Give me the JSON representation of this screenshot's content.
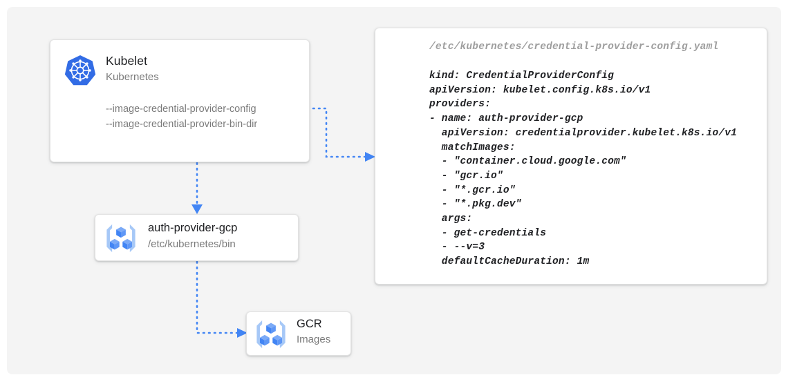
{
  "canvas": {
    "background_color": "#f4f4f4",
    "page_background": "#ffffff"
  },
  "accent_colors": {
    "connector_blue": "#4285F4",
    "kubernetes_blue": "#326CE5",
    "icon_bracket_blue": "#A6C8F7",
    "cube_top": "#4285F4",
    "cube_left": "#7BAAF7",
    "cube_right": "#5E97F6",
    "title_text": "#202124",
    "muted_text": "#7a7a7a",
    "code_path_text": "#9e9e9e"
  },
  "nodes": {
    "kubelet": {
      "icon": "kubernetes-logo-icon",
      "title": "Kubelet",
      "subtitle": "Kubernetes",
      "flags": [
        "--image-credential-provider-config",
        "--image-credential-provider-bin-dir"
      ]
    },
    "auth_provider": {
      "icon": "container-registry-icon",
      "title": "auth-provider-gcp",
      "subtitle": "/etc/kubernetes/bin"
    },
    "gcr": {
      "icon": "container-registry-icon",
      "title": "GCR",
      "subtitle": "Images"
    }
  },
  "code_card": {
    "path": "/etc/kubernetes/credential-provider-config.yaml",
    "lines": [
      "kind: CredentialProviderConfig",
      "apiVersion: kubelet.config.k8s.io/v1",
      "providers:",
      "- name: auth-provider-gcp",
      "  apiVersion: credentialprovider.kubelet.k8s.io/v1",
      "  matchImages:",
      "  - \"container.cloud.google.com\"",
      "  - \"gcr.io\"",
      "  - \"*.gcr.io\"",
      "  - \"*.pkg.dev\"",
      "  args:",
      "  - get-credentials",
      "  - --v=3",
      "  defaultCacheDuration: 1m"
    ]
  },
  "connectors": [
    {
      "name": "kubelet-to-config",
      "style": "dotted-arrow",
      "from": "kubelet-flags",
      "to": "code-card"
    },
    {
      "name": "kubelet-to-auth-provider",
      "style": "dotted-arrow",
      "from": "kubelet",
      "to": "auth-provider"
    },
    {
      "name": "auth-provider-to-gcr",
      "style": "dotted-arrow",
      "from": "auth-provider",
      "to": "gcr"
    }
  ]
}
